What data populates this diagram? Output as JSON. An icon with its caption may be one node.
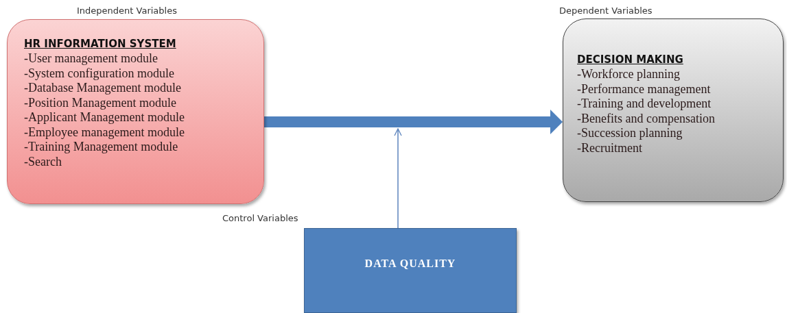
{
  "diagram": {
    "nodes": [
      {
        "text": [
          "HR INFORMATION SYSTEM",
          "-User management module",
          "-System configuration module",
          "-Database Management module",
          "-Position Management module",
          "-Applicant Management module",
          "-Employee management module",
          "-Training Management module",
          "-Search"
        ],
        "beside": [
          "Independent Variables"
        ]
      },
      {
        "text": [
          "DECISION MAKING",
          "-Workforce planning",
          "-Performance management",
          "-Training and development",
          "-Benefits and compensation",
          "-Succession planning",
          "-Recruitment"
        ],
        "beside": [
          "Dependent Variables"
        ]
      },
      {
        "text": [
          "DATA QUALITY"
        ],
        "beside": [
          "Control Variables"
        ]
      }
    ],
    "edges": [
      {
        "from": 0,
        "to": 1,
        "arrow": "to",
        "style": "thick"
      },
      {
        "from": 2,
        "to": null,
        "arrow": "to"
      }
    ]
  }
}
